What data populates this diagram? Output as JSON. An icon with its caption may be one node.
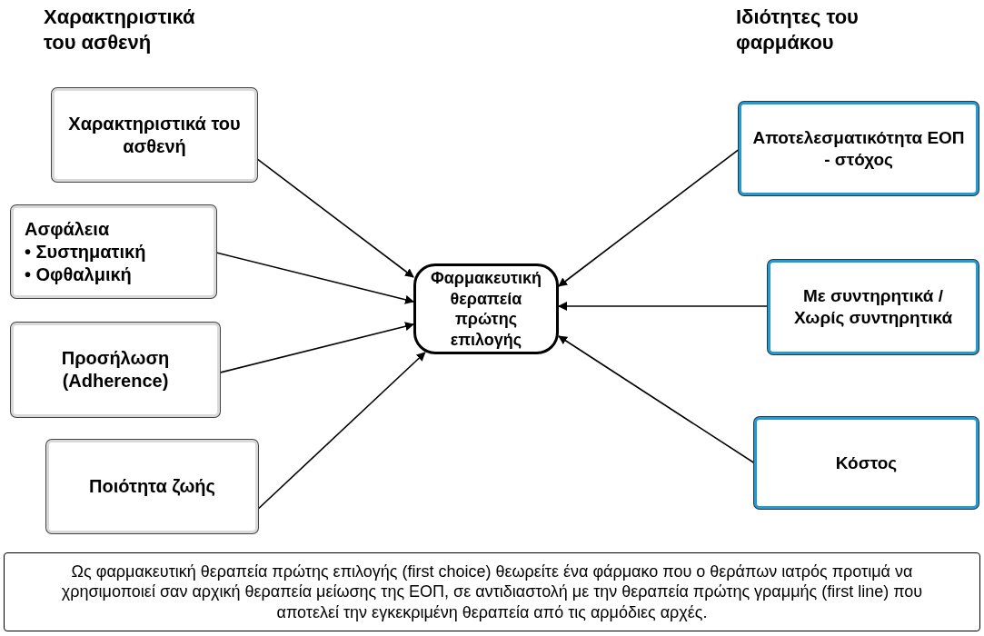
{
  "diagram": {
    "nodes": [
      {
        "text": [
          "Φαρμακευτική θεραπεία πρώτης επιλογής"
        ]
      },
      {
        "text": [
          "Χαρακτηριστικά του ασθενή"
        ]
      },
      {
        "text": [
          "Ασφάλεια",
          "• Συστηματική",
          "• Οφθαλμική"
        ]
      },
      {
        "text": [
          "Προσήλωση (Adherence)"
        ]
      },
      {
        "text": [
          "Ποιότητα ζωής"
        ]
      },
      {
        "text": [
          "Αποτελεσματικότητα ΕΟΠ - στόχος"
        ]
      },
      {
        "text": [
          "Με συντηρητικά / Χωρίς συντηρητικά"
        ]
      },
      {
        "text": [
          "Κόστος"
        ]
      },
      {
        "text": [
          "Ως φαρμακευτική θεραπεία πρώτης επιλογής (first choice) θεωρείτε ένα φάρμακο που ο θεράπων ιατρός προτιμά να χρησιμοποιεί σαν αρχική θεραπεία μείωσης της ΕΟΠ, σε αντιδιαστολή με την θεραπεία πρώτης γραμμής (first line) που αποτελεί την εγκεκριμένη θεραπεία από τις αρμόδιες αρχές."
        ]
      }
    ],
    "edges": [
      {
        "from": 1,
        "to": 0,
        "arrow": "to"
      },
      {
        "from": 2,
        "to": 0,
        "arrow": "to"
      },
      {
        "from": 3,
        "to": 0,
        "arrow": "to"
      },
      {
        "from": 4,
        "to": 0,
        "arrow": "to"
      },
      {
        "from": 5,
        "to": 0,
        "arrow": "to"
      },
      {
        "from": 6,
        "to": 0,
        "arrow": "to"
      },
      {
        "from": 7,
        "to": 0,
        "arrow": "to"
      }
    ],
    "labels": [
      "Χαρακτηριστικά του ασθενή",
      "Ιδιότητες του φαρμάκου"
    ]
  }
}
